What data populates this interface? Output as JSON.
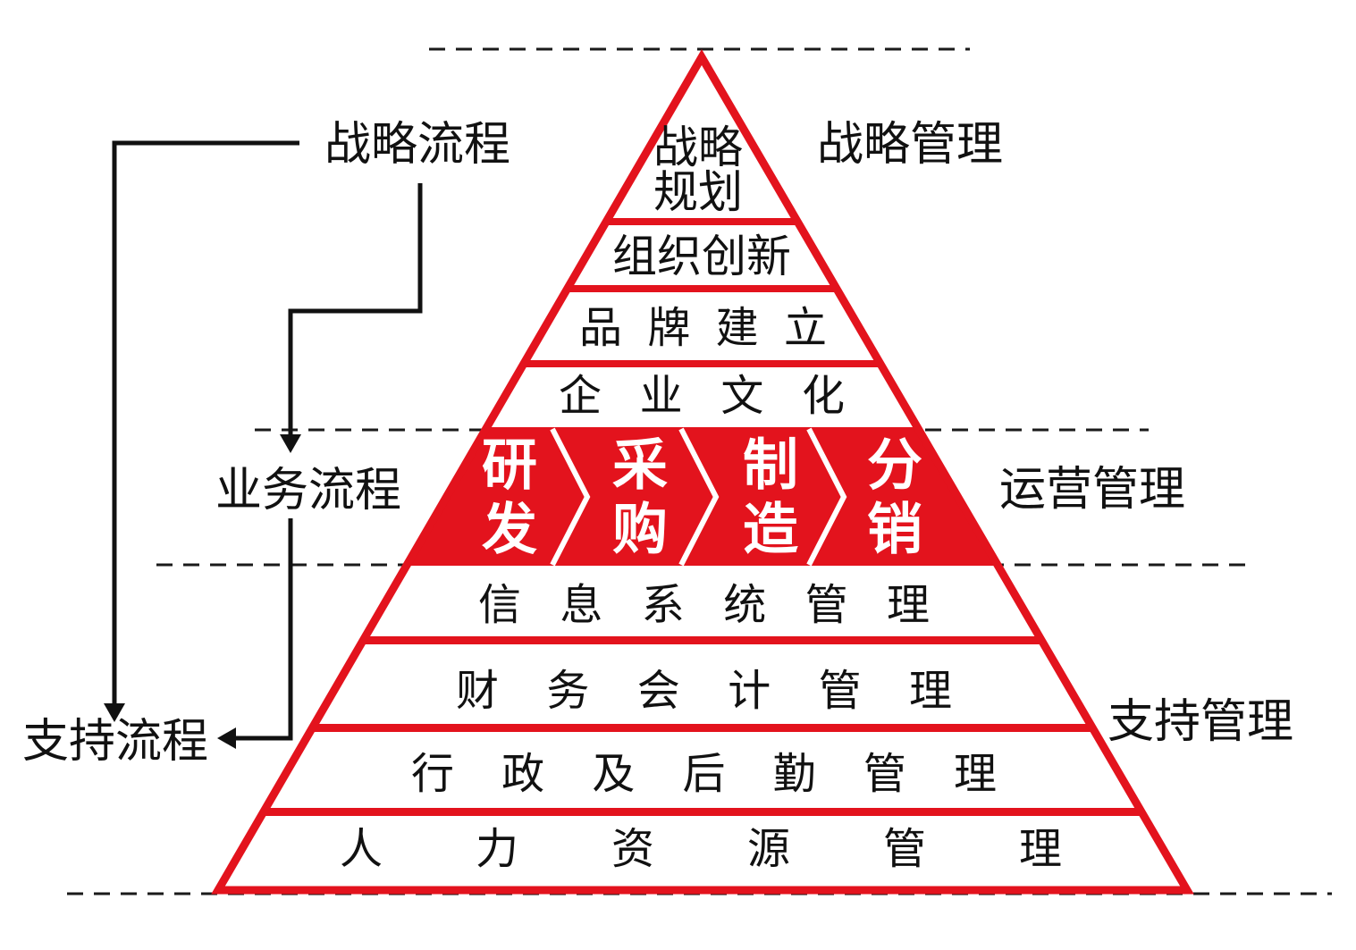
{
  "colors": {
    "accent_red": "#e3131d",
    "text": "#111111",
    "operations_text": "#ffffff",
    "background": "#ffffff"
  },
  "left_labels": {
    "strategy_process": "战略流程",
    "business_process": "业务流程",
    "support_process": "支持流程"
  },
  "right_labels": {
    "strategy_management": "战略管理",
    "operations_management": "运营管理",
    "support_management": "支持管理"
  },
  "pyramid": {
    "apex": [
      "战略",
      "规划"
    ],
    "strategy_layers": [
      "组织创新",
      "品牌建立",
      "企业文化"
    ],
    "operations_steps": [
      {
        "lines": [
          "研",
          "发"
        ]
      },
      {
        "lines": [
          "采",
          "购"
        ]
      },
      {
        "lines": [
          "制",
          "造"
        ]
      },
      {
        "lines": [
          "分",
          "销"
        ]
      }
    ],
    "support_layers": [
      "信息系统管理",
      "财务会计管理",
      "行政及后勤管理",
      "人力资源管理"
    ]
  }
}
